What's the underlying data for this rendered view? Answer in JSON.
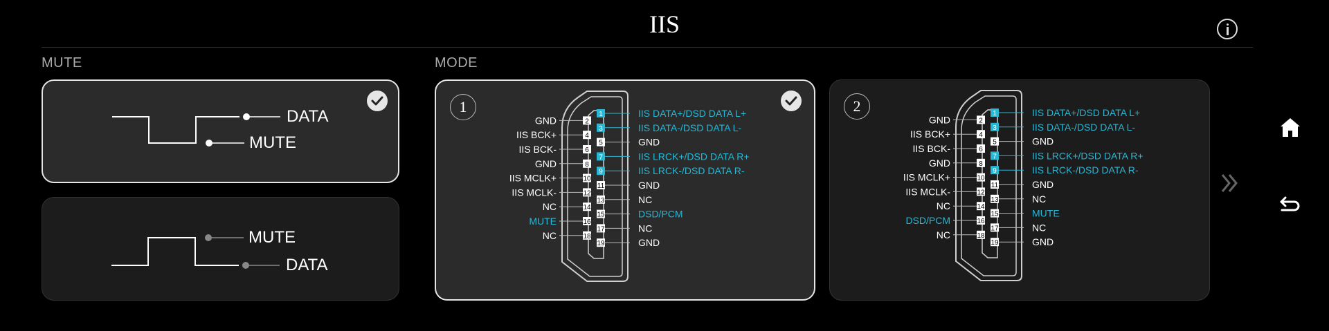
{
  "header": {
    "title": "IIS"
  },
  "sections": {
    "mute_label": "MUTE",
    "mode_label": "MODE"
  },
  "mute_options": [
    {
      "upper": "DATA",
      "lower": "MUTE",
      "selected": true
    },
    {
      "upper": "MUTE",
      "lower": "DATA",
      "selected": false
    }
  ],
  "modes": [
    {
      "number": "1",
      "selected": true,
      "left_labels": [
        "GND",
        "IIS BCK+",
        "IIS BCK-",
        "GND",
        "IIS MCLK+",
        "IIS MCLK-",
        "NC",
        "MUTE",
        "NC"
      ],
      "left_pins": [
        "2",
        "4",
        "6",
        "8",
        "10",
        "12",
        "14",
        "16",
        "18"
      ],
      "right_labels": [
        "IIS DATA+/DSD DATA L+",
        "IIS DATA-/DSD DATA L-",
        "GND",
        "IIS LRCK+/DSD DATA R+",
        "IIS LRCK-/DSD DATA R-",
        "GND",
        "NC",
        "DSD/PCM",
        "NC",
        "GND"
      ],
      "right_pins": [
        "1",
        "3",
        "5",
        "7",
        "9",
        "11",
        "13",
        "15",
        "17",
        "19"
      ]
    },
    {
      "number": "2",
      "selected": false,
      "left_labels": [
        "GND",
        "IIS BCK+",
        "IIS BCK-",
        "GND",
        "IIS MCLK+",
        "IIS MCLK-",
        "NC",
        "DSD/PCM",
        "NC"
      ],
      "left_pins": [
        "2",
        "4",
        "6",
        "8",
        "10",
        "12",
        "14",
        "16",
        "18"
      ],
      "right_labels": [
        "IIS DATA+/DSD DATA L+",
        "IIS DATA-/DSD DATA L-",
        "GND",
        "IIS LRCK+/DSD DATA R+",
        "IIS LRCK-/DSD DATA R-",
        "GND",
        "NC",
        "MUTE",
        "NC",
        "GND"
      ],
      "right_pins": [
        "1",
        "3",
        "5",
        "7",
        "9",
        "11",
        "13",
        "15",
        "17",
        "19"
      ]
    }
  ],
  "colors": {
    "accent": "#27b8d6",
    "text": "#ffffff",
    "muted": "#aaaaaa",
    "card": "#1c1c1c",
    "card_selected": "#2b2b2b"
  },
  "icons": [
    "info-icon",
    "check-icon",
    "home-icon",
    "back-icon",
    "next-page-icon"
  ]
}
